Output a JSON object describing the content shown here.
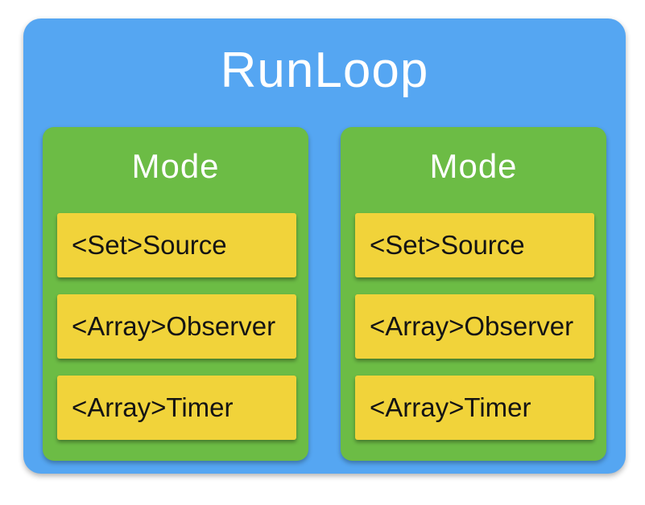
{
  "diagram": {
    "title": "RunLoop",
    "modes": [
      {
        "label": "Mode",
        "items": [
          "<Set>Source",
          "<Array>Observer",
          "<Array>Timer"
        ]
      },
      {
        "label": "Mode",
        "items": [
          "<Set>Source",
          "<Array>Observer",
          "<Array>Timer"
        ]
      }
    ],
    "colors": {
      "blue": "#55a6f2",
      "green": "#6cbc45",
      "yellow": "#f1d33a",
      "title_text": "#ffffff",
      "item_text": "#141414"
    }
  }
}
